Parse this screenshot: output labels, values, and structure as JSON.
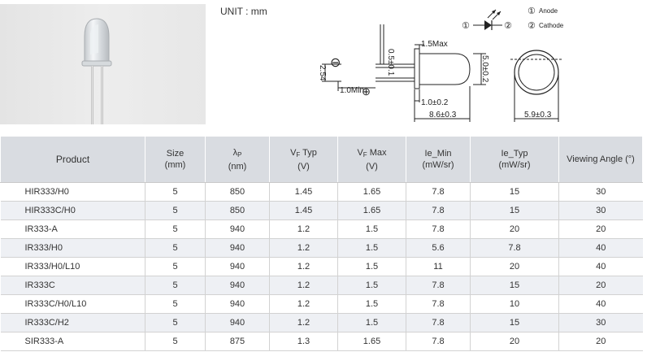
{
  "unit_label": "UNIT : mm",
  "drawing": {
    "legend_anode_num": "①",
    "legend_anode": "Anode",
    "legend_cathode_num": "②",
    "legend_cathode": "Cathode",
    "symbol_left": "①",
    "symbol_right": "②",
    "pin_minus": "⊖",
    "pin_plus": "⊕",
    "dim_lead_offset": "0.5±0.1",
    "dim_flange": "1.5Max",
    "dim_pitch": "2.54",
    "dim_lead_min": "1.0Min",
    "dim_body_dia": "5.0±0.2",
    "dim_flange_len": "1.0±0.2",
    "dim_length": "8.6±0.3",
    "dim_flange_dia": "5.9±0.3"
  },
  "table": {
    "headers": [
      {
        "line1": "Product",
        "line2": ""
      },
      {
        "line1": "Size",
        "line2": "(mm)"
      },
      {
        "line1": "λ",
        "sub": "P",
        "line2": "(nm)"
      },
      {
        "line1": "V",
        "sub": "F",
        "tail": " Typ",
        "line2": "(V)"
      },
      {
        "line1": "V",
        "sub": "F",
        "tail": " Max",
        "line2": "(V)"
      },
      {
        "line1": "Ie_Min",
        "line2": "(mW/sr)"
      },
      {
        "line1": "Ie_Typ",
        "line2": "(mW/sr)"
      },
      {
        "line1": "Viewing Angle (°)",
        "line2": ""
      }
    ],
    "rows": [
      [
        "HIR333/H0",
        "5",
        "850",
        "1.45",
        "1.65",
        "7.8",
        "15",
        "30"
      ],
      [
        "HIR333C/H0",
        "5",
        "850",
        "1.45",
        "1.65",
        "7.8",
        "15",
        "30"
      ],
      [
        "IR333-A",
        "5",
        "940",
        "1.2",
        "1.5",
        "7.8",
        "20",
        "20"
      ],
      [
        "IR333/H0",
        "5",
        "940",
        "1.2",
        "1.5",
        "5.6",
        "7.8",
        "40"
      ],
      [
        "IR333/H0/L10",
        "5",
        "940",
        "1.2",
        "1.5",
        "11",
        "20",
        "40"
      ],
      [
        "IR333C",
        "5",
        "940",
        "1.2",
        "1.5",
        "7.8",
        "15",
        "20"
      ],
      [
        "IR333C/H0/L10",
        "5",
        "940",
        "1.2",
        "1.5",
        "7.8",
        "10",
        "40"
      ],
      [
        "IR333C/H2",
        "5",
        "940",
        "1.2",
        "1.5",
        "7.8",
        "15",
        "30"
      ],
      [
        "SIR333-A",
        "5",
        "875",
        "1.3",
        "1.65",
        "7.8",
        "20",
        "20"
      ]
    ]
  }
}
